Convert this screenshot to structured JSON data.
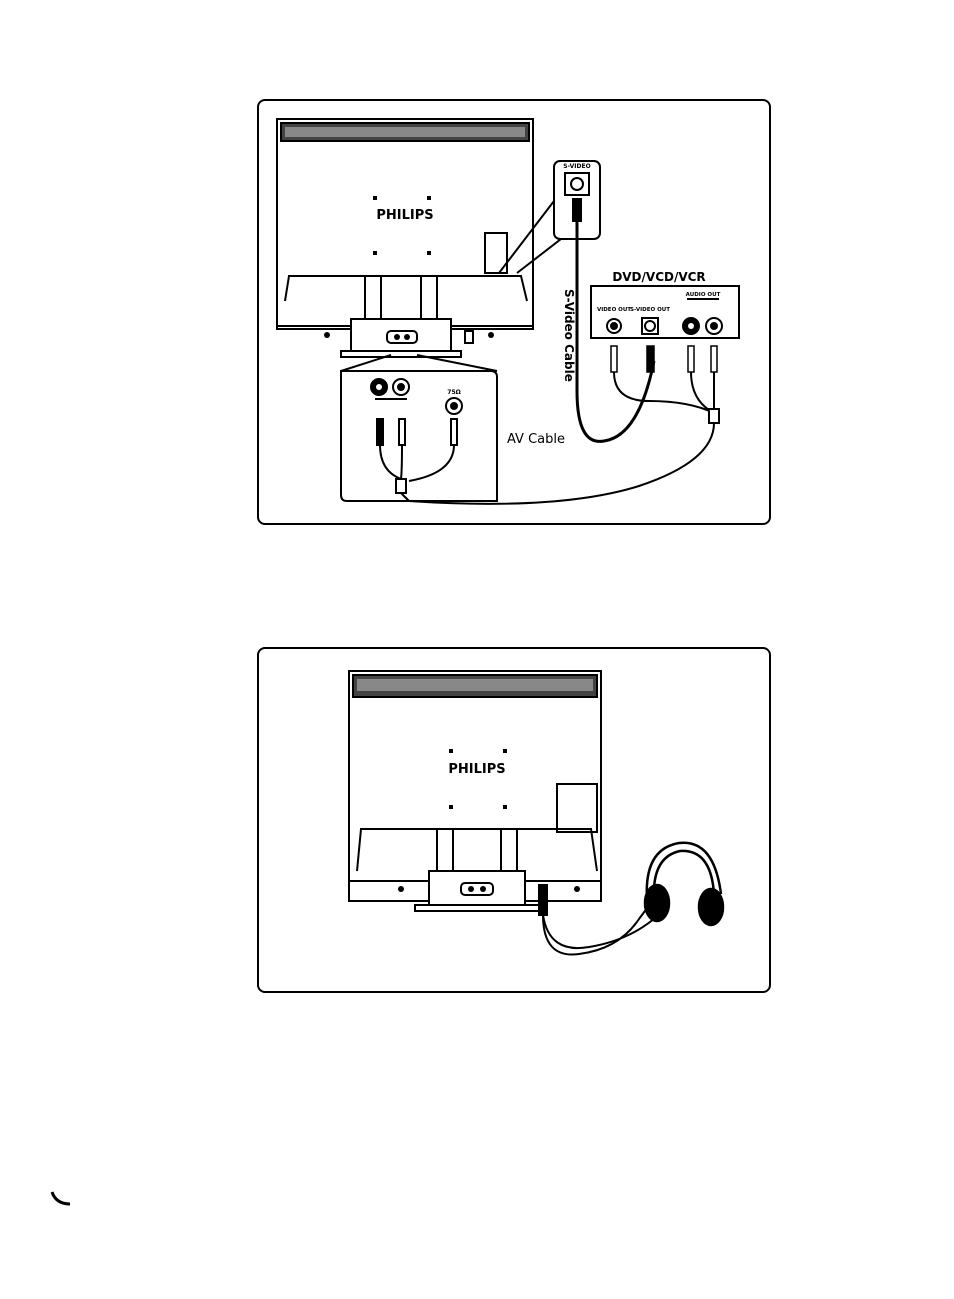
{
  "figure1": {
    "brand_logo": "PHILIPS",
    "svideo_port_label": "S-VIDEO",
    "source_device_label": "DVD/VCD/VCR",
    "video_out_label": "VIDEO OUT",
    "svideo_out_label": "S-VIDEO OUT",
    "audio_out_label": "AUDIO OUT",
    "svideo_cable_label": "S-Video Cable",
    "av_cable_label": "AV Cable",
    "ohm_label": "75Ω"
  },
  "figure2": {
    "brand_logo": "PHILIPS"
  },
  "colors": {
    "line": "#000000",
    "background": "#ffffff",
    "vent": "#333333"
  },
  "icons": [
    "headphones-icon",
    "rca-connector-icon",
    "svideo-connector-icon"
  ]
}
